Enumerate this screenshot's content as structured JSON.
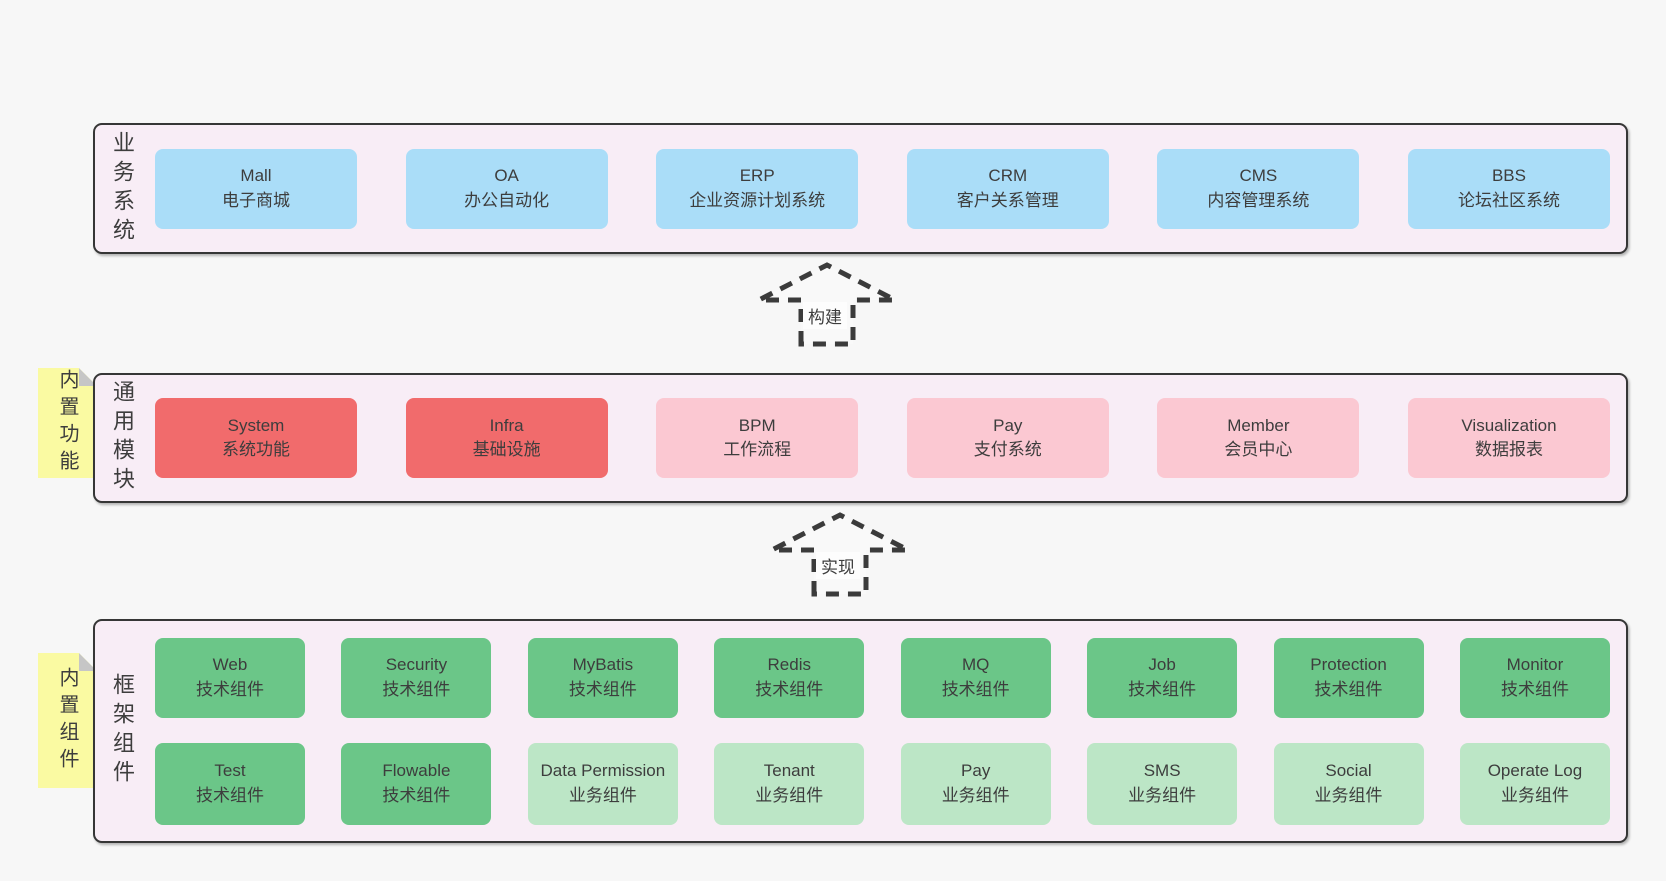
{
  "colors": {
    "page-bg": "#f7f7f7",
    "band-bg": "#f8edf6",
    "border": "#363636",
    "text": "#3d3d3d",
    "blue": "#aaddf8",
    "red": "#f16b6c",
    "pink": "#fbc8d2",
    "green": "#6bc688",
    "light-green": "#bce6c6",
    "sticky": "#fafaa2",
    "fold": "#c6c6c6",
    "arrow": "#3b3b3b",
    "arrow-fill": "#f9f9f9"
  },
  "arrows": [
    {
      "label": "构建"
    },
    {
      "label": "实现"
    }
  ],
  "stickies": [
    {
      "label": "内置功能"
    },
    {
      "label": "内置组件"
    }
  ],
  "bands": [
    {
      "label": "业务系统",
      "boxes": [
        {
          "title": "Mall",
          "subtitle": "电子商城"
        },
        {
          "title": "OA",
          "subtitle": "办公自动化"
        },
        {
          "title": "ERP",
          "subtitle": "企业资源计划系统"
        },
        {
          "title": "CRM",
          "subtitle": "客户关系管理"
        },
        {
          "title": "CMS",
          "subtitle": "内容管理系统"
        },
        {
          "title": "BBS",
          "subtitle": "论坛社区系统"
        }
      ]
    },
    {
      "label": "通用模块",
      "boxes": [
        {
          "title": "System",
          "subtitle": "系统功能"
        },
        {
          "title": "Infra",
          "subtitle": "基础设施"
        },
        {
          "title": "BPM",
          "subtitle": "工作流程"
        },
        {
          "title": "Pay",
          "subtitle": "支付系统"
        },
        {
          "title": "Member",
          "subtitle": "会员中心"
        },
        {
          "title": "Visualization",
          "subtitle": "数据报表"
        }
      ]
    },
    {
      "label": "框架组件",
      "rows": [
        [
          {
            "title": "Web",
            "subtitle": "技术组件"
          },
          {
            "title": "Security",
            "subtitle": "技术组件"
          },
          {
            "title": "MyBatis",
            "subtitle": "技术组件"
          },
          {
            "title": "Redis",
            "subtitle": "技术组件"
          },
          {
            "title": "MQ",
            "subtitle": "技术组件"
          },
          {
            "title": "Job",
            "subtitle": "技术组件"
          },
          {
            "title": "Protection",
            "subtitle": "技术组件"
          },
          {
            "title": "Monitor",
            "subtitle": "技术组件"
          }
        ],
        [
          {
            "title": "Test",
            "subtitle": "技术组件"
          },
          {
            "title": "Flowable",
            "subtitle": "技术组件"
          },
          {
            "title": "Data Permission",
            "subtitle": "业务组件"
          },
          {
            "title": "Tenant",
            "subtitle": "业务组件"
          },
          {
            "title": "Pay",
            "subtitle": "业务组件"
          },
          {
            "title": "SMS",
            "subtitle": "业务组件"
          },
          {
            "title": "Social",
            "subtitle": "业务组件"
          },
          {
            "title": "Operate Log",
            "subtitle": "业务组件"
          }
        ]
      ]
    }
  ]
}
